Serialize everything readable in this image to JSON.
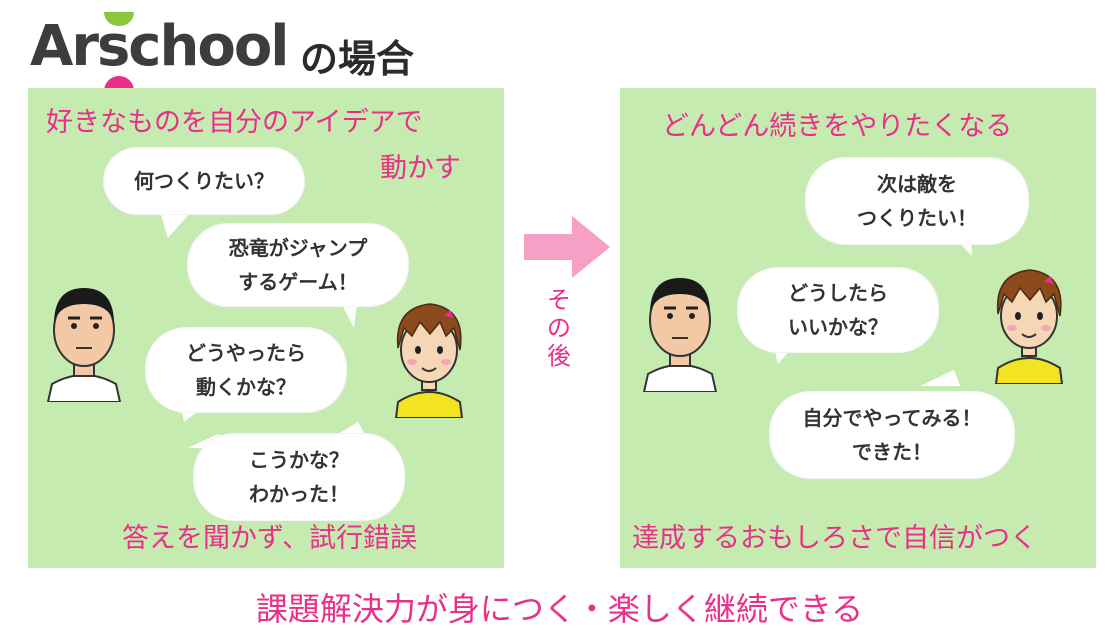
{
  "logo": {
    "name": "Arschool",
    "suffix": "の場合"
  },
  "left_panel": {
    "heading_line1": "好きなものを自分のアイデアで",
    "heading_line2": "動かす",
    "bubbles": [
      {
        "line1": "何つくりたい？",
        "line2": ""
      },
      {
        "line1": "恐竜がジャンプ",
        "line2": "するゲーム！"
      },
      {
        "line1": "どうやったら",
        "line2": "動くかな？"
      },
      {
        "line1": "こうかな？",
        "line2": "わかった！"
      }
    ],
    "caption": "答えを聞かず、試行錯誤"
  },
  "transition": {
    "label": "その後"
  },
  "right_panel": {
    "heading": "どんどん続きをやりたくなる",
    "bubbles": [
      {
        "line1": "次は敵を",
        "line2": "つくりたい！"
      },
      {
        "line1": "どうしたら",
        "line2": "いいかな？"
      },
      {
        "line1": "自分でやってみる！",
        "line2": "できた！"
      }
    ],
    "caption": "達成するおもしろさで自信がつく"
  },
  "footer": {
    "caption": "課題解決力が身につく・楽しく継続できる"
  },
  "colors": {
    "accent": "#e8308a",
    "panel": "#c6ebb1",
    "logo_green": "#8cc63f"
  },
  "icons": [
    "teacher-face-icon",
    "child-face-icon",
    "right-arrow-icon",
    "speech-bubble-icon"
  ]
}
